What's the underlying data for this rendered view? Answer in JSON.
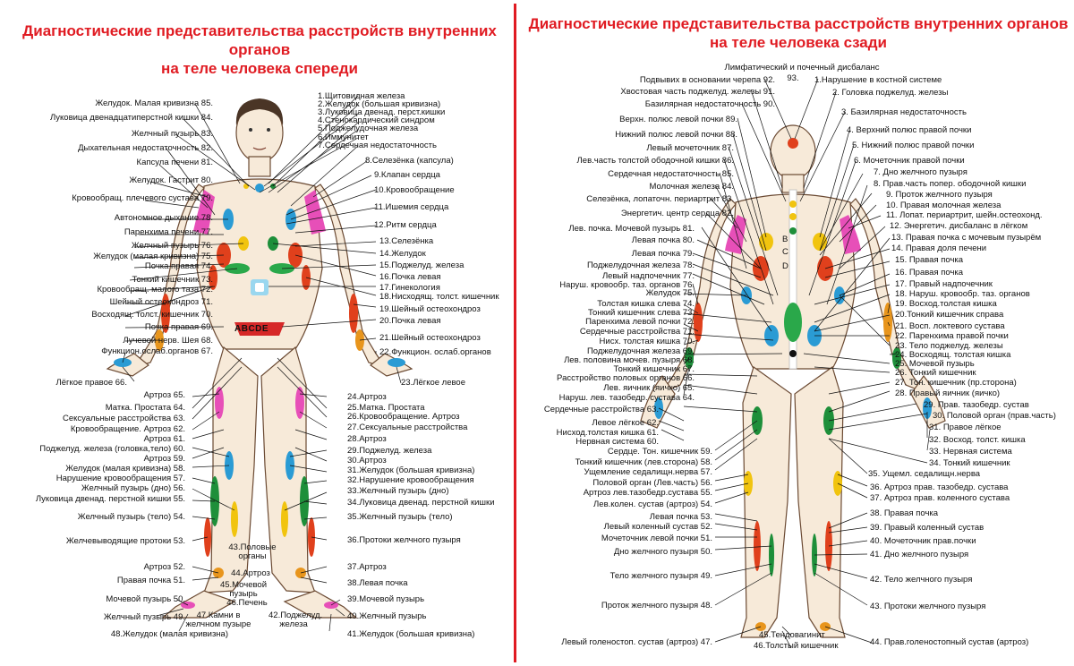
{
  "front": {
    "title_line1": "Диагностические представительства расстройств внутренних органов",
    "title_line2": "на теле человека спереди",
    "abc_label": "ABCDE",
    "left_labels": [
      "Желудок. Малая кривизна 85.",
      "Луковица двенадцатиперстной кишки 84.",
      "Желчный пузырь 83.",
      "Дыхательная недостаточность 82.",
      "Капсула печени 81.",
      "Желудок. Гастрит 80.",
      "Кровообращ. плечевого сустава 79.",
      "Автономное дыхание 78.",
      "Паренхима печени 77.",
      "Желчный пузырь 76.",
      "Желудок (малая кривизна) 75.",
      "Почка правая 74.",
      "Тонкий кишечник 73.",
      "Кровообращ. малого таза 72.",
      "Шейный остеохондроз 71.",
      "Восходящ. толст. кишечник 70.",
      "Почка правая 69.",
      "Лучевой нерв. Шея 68.",
      "Функцион.ослаб.органов 67.",
      "Лёгкое правое 66.",
      "Артроз 65.",
      "Матка. Простата 64.",
      "Сексуальные расстройства 63.",
      "Кровообращение. Артроз 62.",
      "Артроз 61.",
      "Поджелуд. железа (головка,тело) 60.",
      "Артроз 59.",
      "Желудок (малая кривизна) 58.",
      "Нарушение кровообращения 57.",
      "Желчный пузырь (дно) 56.",
      "Луковица двенад. перстной кишки 55.",
      "Желчный пузырь (тело) 54.",
      "Желчевыводящие протоки 53.",
      "Артроз 52.",
      "Правая почка 51.",
      "Мочевой пузырь 50.",
      "Желчный пузырь 49.",
      "48.Желудок (малая кривизна)"
    ],
    "right_labels": [
      "1.Щитовидная железа",
      "2.Желудок (большая кривизна)",
      "3.Луковица двенад. перст.кишки",
      "4.Стенокардический синдром",
      "5.Поджелудочная железа",
      "6.Иммунитет",
      "7.Сердечная недостаточность",
      "8.Селезёнка (капсула)",
      "9.Клапан сердца",
      "10.Кровообращение",
      "11.Ишемия сердца",
      "12.Ритм сердца",
      "13.Селезёнка",
      "14.Желудок",
      "15.Поджелуд. железа",
      "16.Почка левая",
      "17.Гинекология",
      "18.Нисходящ. толст. кишечник",
      "19.Шейный остеохондроз",
      "20.Почка левая",
      "21.Шейный остеохондроз",
      "22.Функцион. ослаб.органов",
      "23.Лёгкое левое",
      "24.Артроз",
      "25.Матка. Простата",
      "26.Кровообращение. Артроз",
      "27.Сексуальные расстройства",
      "28.Артроз",
      "29.Поджелуд. железа",
      "30.Артроз",
      "31.Желудок (большая кривизна)",
      "32.Нарушение кровообращения",
      "33.Желчный пузырь (дно)",
      "34.Луковица двенад. перстной кишки",
      "35.Желчный пузырь (тело)",
      "36.Протоки желчного пузыря",
      "37.Артроз",
      "38.Левая почка",
      "39.Мочевой пузырь",
      "40.Желчный пузырь",
      "41.Желудок (большая кривизна)"
    ],
    "bottom_labels": [
      "43.Половые органы",
      "44.Артроз",
      "45.Мочевой пузырь",
      "46.Печень",
      "47.Камни в желчном пузыре",
      "42.Поджелуд. железа"
    ]
  },
  "back": {
    "title_line1": "Диагностические представительства расстройств внутренних органов",
    "title_line2": "на теле человека сзади",
    "top_label": "Лимфатический и почечный дисбаланс",
    "top_number": "93.",
    "spine_letters": [
      "B",
      "C",
      "D"
    ],
    "left_labels": [
      "Подвывих в основании черепа 92.",
      "Хвостовая часть поджелуд. железы 91.",
      "Базилярная недостаточность 90.",
      "Верхн. полюс левой почки 89.",
      "Нижний полюс левой почки 88.",
      "Левый мочеточник 87.",
      "Лев.часть толстой ободочной кишки 86.",
      "Сердечная недостаточность 85.",
      "Молочная железа 84.",
      "Селезёнка, лопаточн. периартрит 83.",
      "Энергетич. центр сердца 82.",
      "Лев. почка. Мочевой пузырь 81.",
      "Левая почка 80.",
      "Левая почка 79.",
      "Поджелудочная железа 78.",
      "Левый надпочечник 77.",
      "Наруш. кровообр. таз. органов 76.",
      "Желудок 75.",
      "Толстая кишка слева 74.",
      "Тонкий кишечник слева 73.",
      "Паренхима левой почки 72.",
      "Сердечные расстройства 71.",
      "Нисх. толстая кишка 70.",
      "Поджелудочная железа 69.",
      "Лев. половина мочев. пузыря 68.",
      "Тонкий кишечник 67.",
      "Расстройство половых органов 66.",
      "Лев. яичник (яичко) 65.",
      "Наруш. лев. тазобедр. сустава 64.",
      "Сердечные расстройства 63.",
      "Левое лёгкое 62.",
      "Нисход.толстая кишка 61.",
      "Нервная система 60.",
      "Сердце. Тон. кишечник 59.",
      "Тонкий кишечник (лев.сторона) 58.",
      "Ущемление седалищн.нерва 57.",
      "Половой орган (Лев.часть) 56.",
      "Артроз лев.тазобедр.сустава 55.",
      "Лев.колен. сустав (артроз) 54.",
      "Левая почка 53.",
      "Левый коленный сустав 52.",
      "Мочеточник левой почки 51.",
      "Дно желчного пузыря 50.",
      "Тело желчного пузыря 49.",
      "Проток желчного пузыря 48.",
      "Левый голеностоп. сустав (артроз) 47."
    ],
    "right_labels": [
      "1.Нарушение в костной системе",
      "2. Головка поджелуд. железы",
      "3. Базилярная недостаточность",
      "4. Верхний полюс правой почки",
      "5. Нижний полюс правой почки",
      "6. Мочеточник правой почки",
      "7. Дно желчного пузыря",
      "8. Прав.часть попер. ободочной кишки",
      "9. Проток желчного пузыря",
      "10. Правая молочная железа",
      "11. Лопат. периартрит, шейн.остеохонд.",
      "12. Энергетич. дисбаланс в лёгком",
      "13. Правая почка с мочевым пузырём",
      "14. Правая доля печени",
      "15. Правая почка",
      "16. Правая почка",
      "17. Правый надпочечник",
      "18. Наруш. кровообр. таз. органов",
      "19. Восход.толстая кишка",
      "20.Тонкий кишечник справа",
      "21. Восп. локтевого сустава",
      "22. Паренхима правой почки",
      "23. Тело поджелуд. железы",
      "24. Восходящ. толстая кишка",
      "25. Мочевой пузырь",
      "26. Тонкий кишечник",
      "27. Тон. кишечник (пр.сторона)",
      "28. Правый яичник  (яичко)",
      "29. Прав. тазобедр. сустав",
      "30. Половой орган (прав.часть)",
      "31. Правое лёгкое",
      "32. Восход. толст. кишка",
      "33. Нервная система",
      "34. Тонкий кишечник",
      "35. Ущемл. седалищн.нерва",
      "36. Артроз прав. тазобедр. сустава",
      "37. Артроз прав. коленного сустава",
      "38. Правая почка",
      "39. Правый коленный  сустав",
      "40. Мочеточник прав.почки",
      "41. Дно желчного пузыря",
      "42. Тело желчного пузыря",
      "43. Протоки желчного пузыря",
      "44. Прав.голеностопный сустав (артроз)"
    ],
    "bottom_labels": [
      "45.Тендовагинит",
      "46.Толстый кишечник"
    ]
  }
}
